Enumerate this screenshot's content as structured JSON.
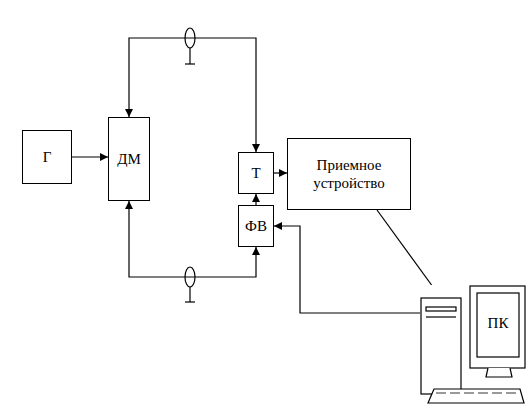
{
  "diagram": {
    "nodes": [
      {
        "text": [
          "Г"
        ]
      },
      {
        "text": [
          "ДМ"
        ]
      },
      {
        "text": [
          "Т"
        ]
      },
      {
        "text": [
          "ФВ"
        ]
      },
      {
        "text": [
          "Приемное устройство"
        ]
      },
      {
        "text": [
          "ПК"
        ]
      }
    ],
    "edges": [
      {
        "from": 0,
        "to": 1,
        "arrow": "to"
      },
      {
        "from": 1,
        "to": 2,
        "arrow": "both"
      },
      {
        "from": 1,
        "to": 3,
        "arrow": "both"
      },
      {
        "from": 3,
        "to": 2,
        "arrow": "to"
      },
      {
        "from": 2,
        "to": 4,
        "arrow": "to"
      },
      {
        "from": 4,
        "to": 5,
        "arrow": "to"
      },
      {
        "from": 5,
        "to": 3,
        "arrow": "to"
      }
    ]
  }
}
